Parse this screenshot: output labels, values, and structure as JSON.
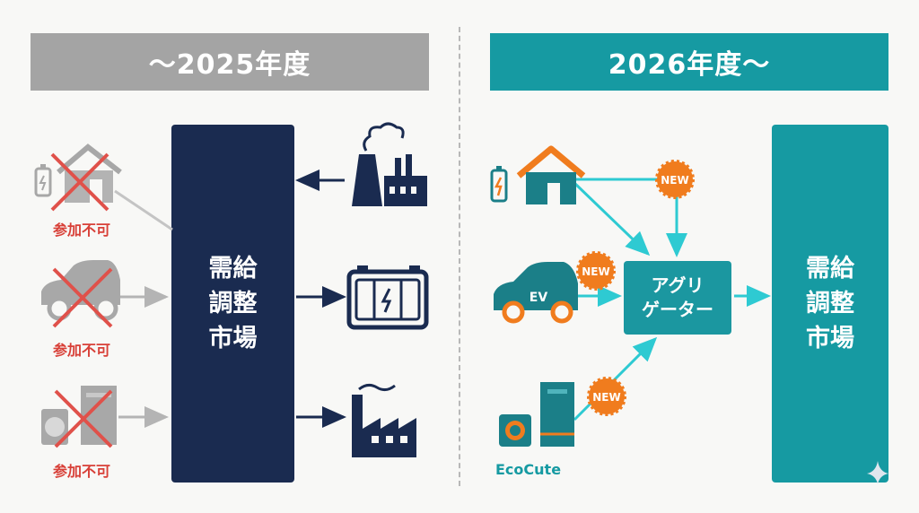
{
  "left_panel": {
    "header": "〜2025年度",
    "market_lines": [
      "需給",
      "調整",
      "市場"
    ],
    "not_allowed_labels": [
      "参加不可",
      "参加不可",
      "参加不可"
    ]
  },
  "right_panel": {
    "header": "2026年度〜",
    "market_lines": [
      "需給",
      "調整",
      "市場"
    ],
    "aggregator_lines": [
      "アグリ",
      "ゲーター"
    ],
    "badges": [
      "NEW",
      "NEW",
      "NEW"
    ],
    "ev_label": "EV",
    "ecocute_label": "EcoCute"
  },
  "colors": {
    "navy": "#1a2b50",
    "teal": "#169aa2",
    "gray": "#a4a4a4",
    "red": "#d84038",
    "orange": "#f07c1e",
    "cyan_arrow": "#2ecad2"
  },
  "icons": {
    "left": [
      "house-battery-icon",
      "car-icon",
      "heat-pump-icon",
      "power-plant-icon",
      "battery-icon",
      "factory-icon"
    ],
    "right": [
      "house-battery-icon",
      "ev-car-icon",
      "ecocute-icon"
    ]
  }
}
